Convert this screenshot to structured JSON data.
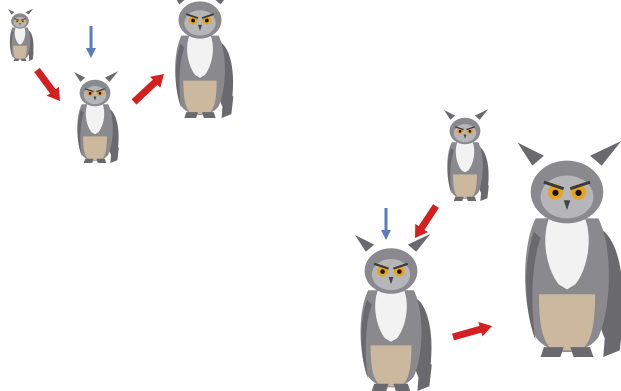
{
  "diagram": {
    "subject": "owl",
    "colors": {
      "background": "#ffffff",
      "input_arrow": "#5b7bbf",
      "transform_arrow": "#d42020",
      "owl_body": "#8a8a8e",
      "owl_dark": "#6a6a6e",
      "owl_light": "#b6b6b8",
      "owl_chest": "#f2f2f2",
      "owl_legs": "#cbb89e",
      "owl_eye": "#e8a21c"
    },
    "groups": [
      {
        "id": "sequence-left",
        "owl_scales": [
          "small",
          "medium",
          "large"
        ],
        "input_arrow_target": "medium",
        "transform_arrows": [
          {
            "from": "small",
            "to": "medium"
          },
          {
            "from": "medium",
            "to": "large"
          }
        ]
      },
      {
        "id": "sequence-right",
        "owl_scales": [
          "small",
          "medium",
          "large"
        ],
        "input_arrow_target": "medium",
        "transform_arrows": [
          {
            "from": "small",
            "to": "medium"
          },
          {
            "from": "medium",
            "to": "large"
          }
        ]
      }
    ]
  }
}
